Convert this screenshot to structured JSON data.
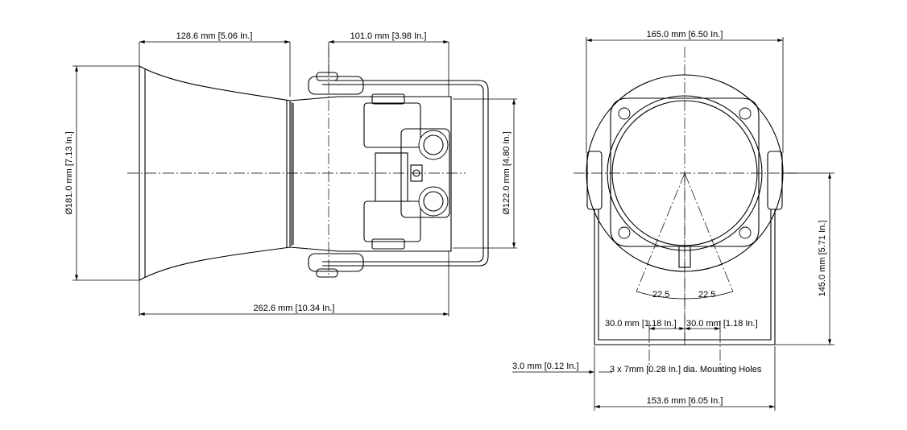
{
  "side_view": {
    "horn_length": "128.6 mm [5.06 In.]",
    "bracket_depth": "101.0 mm [3.98 In.]",
    "horn_diameter": "Ø181.0 mm [7.13 In.]",
    "body_diameter": "Ø122.0 mm [4.80 In.]",
    "overall_length": "262.6 mm [10.34 In.]"
  },
  "front_view": {
    "overall_width": "165.0 mm [6.50 In.]",
    "height": "145.0 mm [5.71 In.]",
    "angle_left": "22.5",
    "angle_right": "22.5",
    "hole_spacing_left": "30.0 mm [1.18 In.]",
    "hole_spacing_right": "30.0 mm [1.18 In.]",
    "bracket_thickness": "3.0 mm [0.12 In.]",
    "mounting_holes": "3 x 7mm [0.28 In.] dia. Mounting Holes",
    "base_width": "153.6 mm [6.05 In.]"
  }
}
